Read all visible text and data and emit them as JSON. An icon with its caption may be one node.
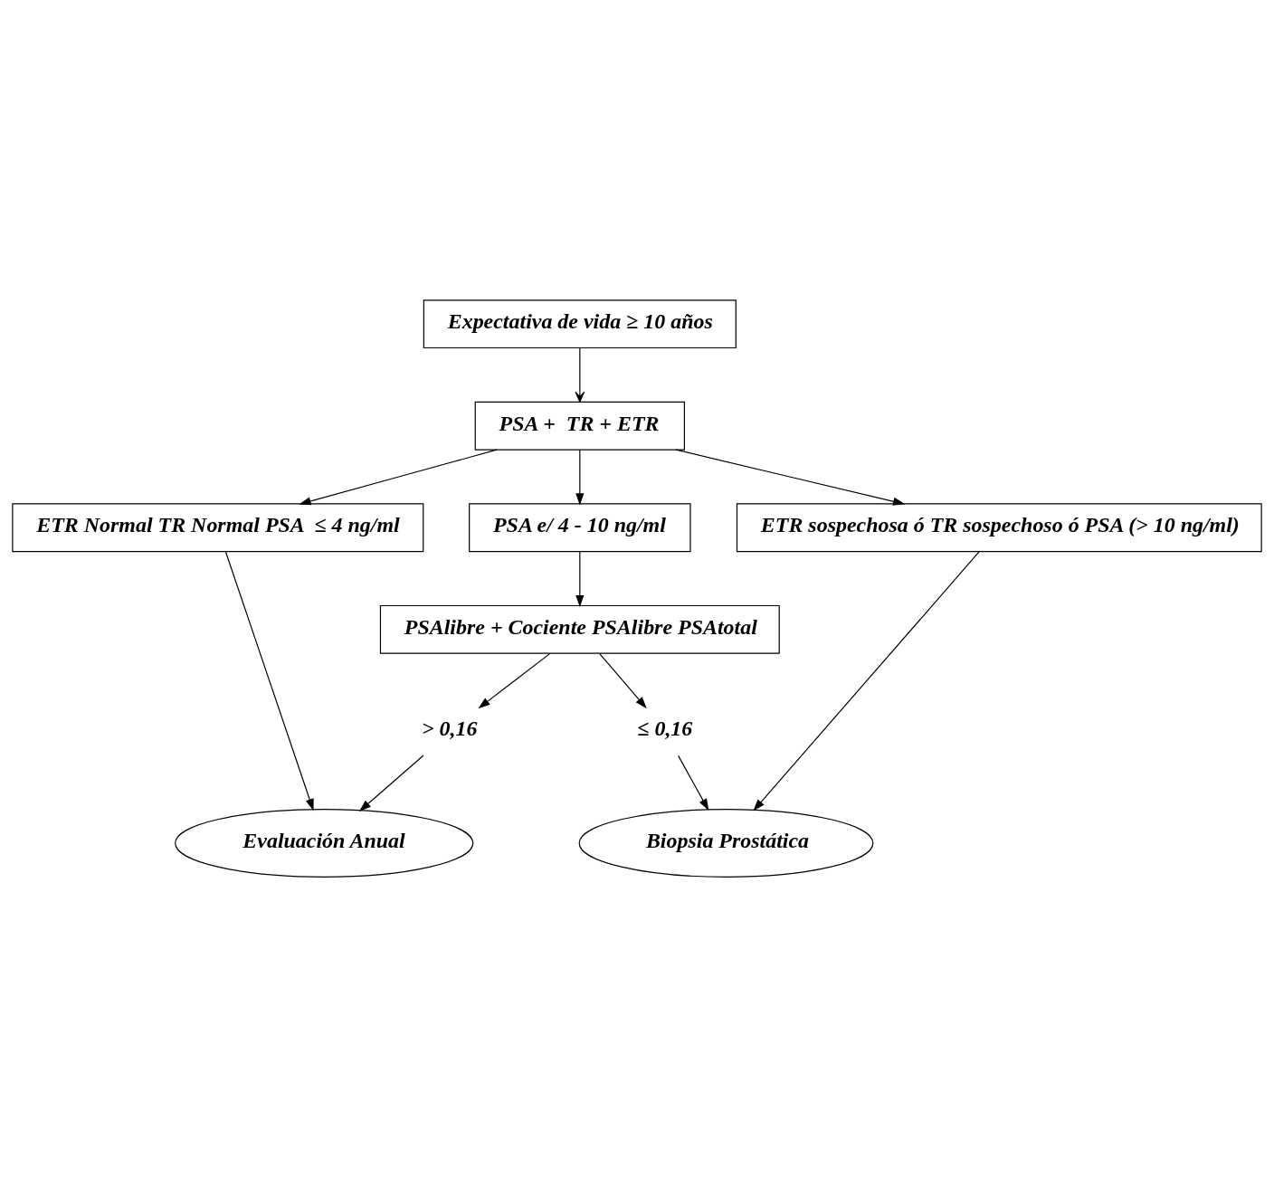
{
  "diagram": {
    "nodes": [
      {
        "text": [
          "Expectativa de vida ≥ 10 años"
        ]
      },
      {
        "text": [
          "PSA +  TR + ETR"
        ]
      },
      {
        "text": [
          "ETR Normal TR Normal PSA  ≤ 4 ng/ml"
        ]
      },
      {
        "text": [
          "PSA e/ 4 - 10 ng/ml"
        ]
      },
      {
        "text": [
          "ETR sospechosa ó TR sospechoso ó PSA (> 10 ng/ml)"
        ]
      },
      {
        "text": [
          "PSAlibre + Cociente PSAlibre PSAtotal"
        ]
      },
      {
        "text": [
          "> 0,16"
        ]
      },
      {
        "text": [
          "≤ 0,16"
        ]
      },
      {
        "text": [
          "Evaluación Anual"
        ]
      },
      {
        "text": [
          "Biopsia Prostática"
        ]
      }
    ],
    "edges": [
      {
        "from": 0,
        "to": 1,
        "arrow": "to"
      },
      {
        "from": 1,
        "to": 2,
        "arrow": "to"
      },
      {
        "from": 1,
        "to": 3,
        "arrow": "to"
      },
      {
        "from": 1,
        "to": 4,
        "arrow": "to"
      },
      {
        "from": 2,
        "to": 8,
        "arrow": "to"
      },
      {
        "from": 3,
        "to": 5,
        "arrow": "to"
      },
      {
        "from": 4,
        "to": 9,
        "arrow": "to"
      },
      {
        "from": 5,
        "to": 6,
        "arrow": "to"
      },
      {
        "from": 5,
        "to": 7,
        "arrow": "to"
      },
      {
        "from": 6,
        "to": 8,
        "arrow": "to"
      },
      {
        "from": 7,
        "to": 9,
        "arrow": "to"
      }
    ]
  }
}
